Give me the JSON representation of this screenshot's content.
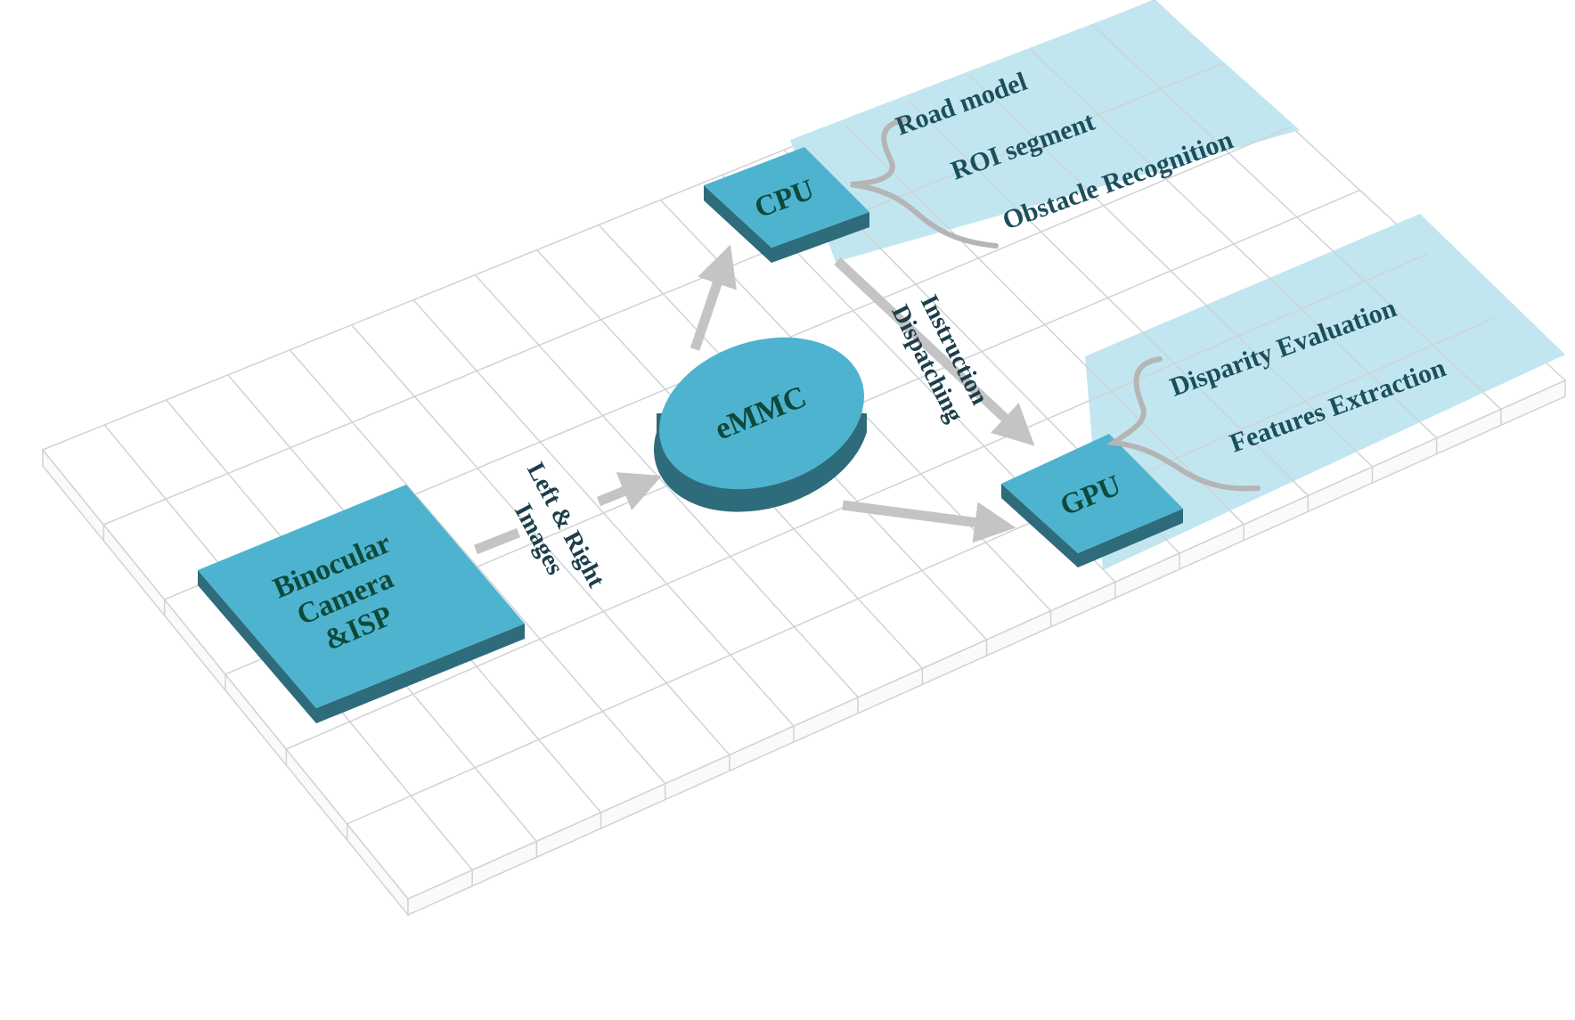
{
  "blocks": {
    "camera": {
      "line1": "Binocular",
      "line2": "Camera",
      "line3": "&ISP"
    },
    "emmc": "eMMC",
    "cpu": "CPU",
    "gpu": "GPU"
  },
  "arrows": {
    "images": {
      "line1": "Left & Right",
      "line2": "Images"
    },
    "dispatch": {
      "line1": "Instruction",
      "line2": "Dispatching"
    }
  },
  "cpu_tasks": [
    "Road model",
    "ROI segment",
    "Obstacle Recognition"
  ],
  "gpu_tasks": [
    "Disparity Evaluation",
    "Features Extraction"
  ],
  "colors": {
    "block_top": "#4eb3cf",
    "block_side": "#2e6b7b",
    "highlight": "#c2e6f0",
    "grid_line": "#cfd3d6",
    "arrow": "#c4c4c4",
    "brace": "#b5b5b5"
  }
}
